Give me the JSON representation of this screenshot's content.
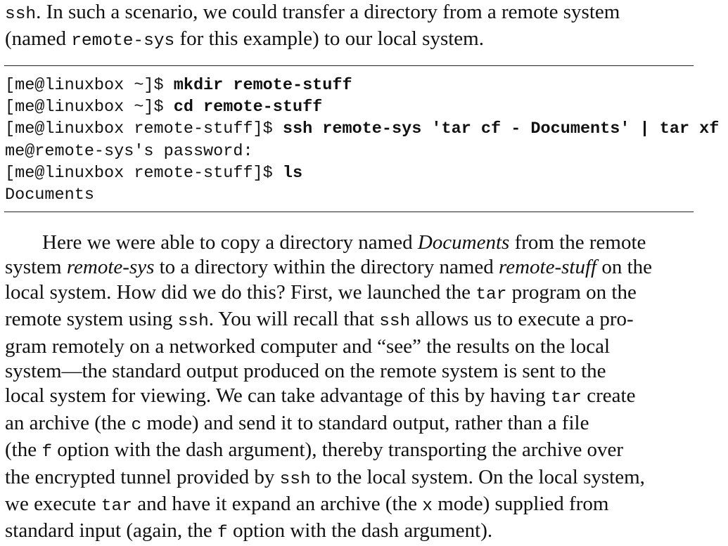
{
  "intro": {
    "line1_cmd": "ssh",
    "line1_text": ". In such a scenario, we could transfer a directory from a remote system",
    "line2_a": "(named ",
    "line2_cmd": "remote-sys",
    "line2_b": " for this example) to our local system."
  },
  "terminal": {
    "lines": [
      {
        "prompt": "[me@linuxbox ~]$ ",
        "cmd": "mkdir remote-stuff"
      },
      {
        "prompt": "[me@linuxbox ~]$ ",
        "cmd": "cd remote-stuff"
      },
      {
        "prompt": "[me@linuxbox remote-stuff]$ ",
        "cmd": "ssh remote-sys 'tar cf - Documents' | tar xf -"
      },
      {
        "prompt": "me@remote-sys's password:",
        "cmd": ""
      },
      {
        "prompt": "[me@linuxbox remote-stuff]$ ",
        "cmd": "ls"
      },
      {
        "prompt": "Documents",
        "cmd": ""
      }
    ]
  },
  "body": {
    "l1a": "Here we were able to copy a directory named ",
    "l1i": "Documents",
    "l1b": " from the remote",
    "l2a": "system ",
    "l2i": "remote-sys",
    "l2b": " to a directory within the directory named ",
    "l2i2": "remote-stuff",
    "l2c": " on the",
    "l3a": "local system. How did we do this? First, we launched the ",
    "l3c": "tar",
    "l3b": " program on the",
    "l4a": "remote system using ",
    "l4c": "ssh",
    "l4b": ". You will recall that ",
    "l4c2": "ssh",
    "l4d": " allows us to execute a pro-",
    "l5": "gram remotely on a networked computer and “see” the results on the local",
    "l6": "system—the standard output produced on the remote system is sent to the",
    "l7a": "local system for viewing. We can take advantage of this by having ",
    "l7c": "tar",
    "l7b": " create",
    "l8a": "an archive (the ",
    "l8c": "c",
    "l8b": " mode) and send it to standard output, rather than a file",
    "l9a": "(the ",
    "l9c": "f",
    "l9b": " option with the dash argument), thereby transporting the archive over",
    "l10a": "the encrypted tunnel provided by ",
    "l10c": "ssh",
    "l10b": " to the local system. On the local system,",
    "l11a": "we execute ",
    "l11c": "tar",
    "l11b": " and have it expand an archive (the ",
    "l11c2": "x",
    "l11d": " mode) supplied from",
    "l12a": "standard input (again, the ",
    "l12c": "f",
    "l12b": " option with the dash argument)."
  }
}
